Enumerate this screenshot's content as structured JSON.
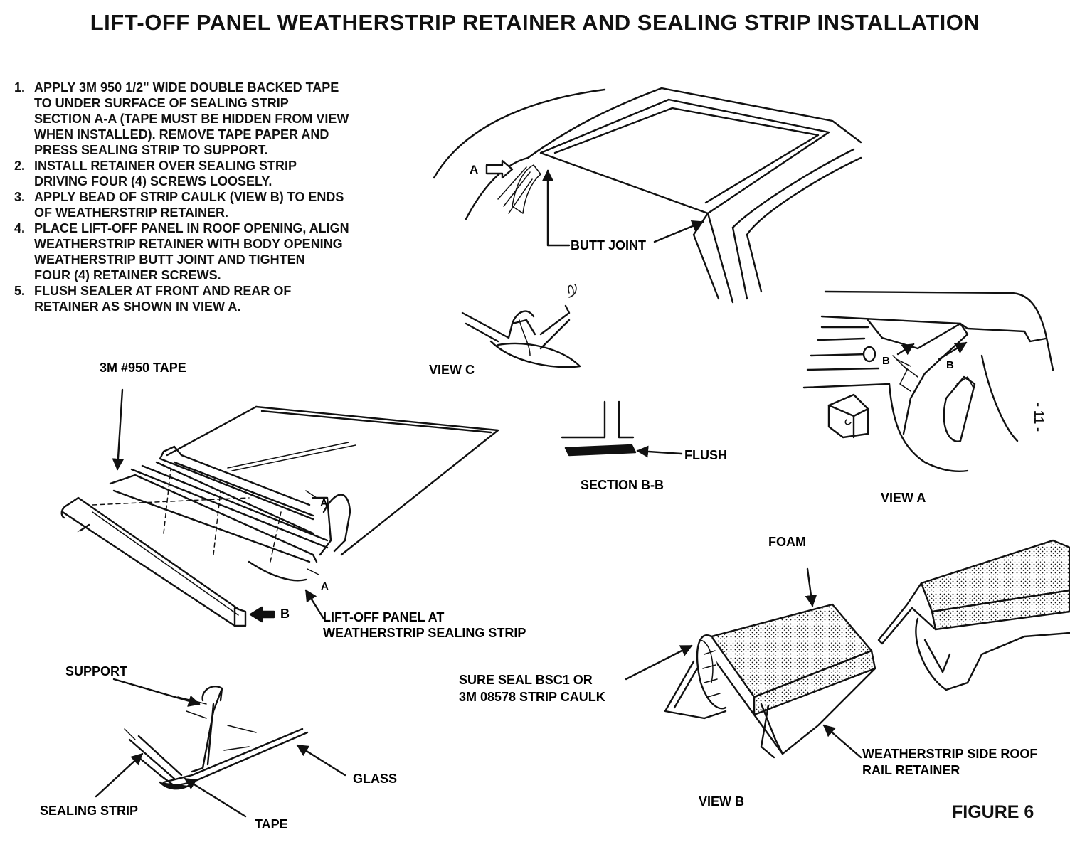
{
  "title": "LIFT-OFF PANEL WEATHERSTRIP RETAINER AND SEALING STRIP INSTALLATION",
  "steps": [
    {
      "num": "1.",
      "lines": [
        "APPLY 3M 950 1/2\" WIDE DOUBLE BACKED TAPE",
        "TO UNDER SURFACE OF SEALING STRIP",
        "SECTION A-A (TAPE MUST BE HIDDEN FROM VIEW",
        "WHEN INSTALLED). REMOVE TAPE PAPER AND",
        "PRESS SEALING STRIP TO SUPPORT."
      ]
    },
    {
      "num": "2.",
      "lines": [
        "INSTALL RETAINER OVER SEALING STRIP",
        "DRIVING FOUR (4) SCREWS LOOSELY."
      ]
    },
    {
      "num": "3.",
      "lines": [
        "APPLY BEAD OF STRIP CAULK (VIEW B) TO ENDS",
        "OF WEATHERSTRIP RETAINER."
      ]
    },
    {
      "num": "4.",
      "lines": [
        "PLACE LIFT-OFF PANEL IN ROOF OPENING, ALIGN",
        "WEATHERSTRIP RETAINER WITH BODY OPENING",
        "WEATHERSTRIP BUTT JOINT AND TIGHTEN",
        "FOUR (4) RETAINER SCREWS."
      ]
    },
    {
      "num": "5.",
      "lines": [
        "FLUSH SEALER AT FRONT AND REAR OF",
        "RETAINER AS SHOWN IN VIEW A."
      ]
    }
  ],
  "labels": {
    "a_roof": "A",
    "butt_joint": "BUTT JOINT",
    "view_c": "VIEW C",
    "tape_3m": "3M #950 TAPE",
    "a_top": "A",
    "a_bottom": "A",
    "b_arrow": "B",
    "lift_off_line1": "LIFT-OFF PANEL AT",
    "lift_off_line2": "WEATHERSTRIP SEALING STRIP",
    "flush": "FLUSH",
    "section_bb": "SECTION B-B",
    "view_a": "VIEW A",
    "view_a_b1": "B",
    "view_a_b2": "B",
    "page_number": "- 11 -",
    "foam": "FOAM",
    "sure_seal_line1": "SURE SEAL BSC1 OR",
    "sure_seal_line2": "3M 08578 STRIP CAULK",
    "ws_retainer_line1": "WEATHERSTRIP SIDE ROOF",
    "ws_retainer_line2": "RAIL RETAINER",
    "support": "SUPPORT",
    "glass": "GLASS",
    "sealing_strip": "SEALING STRIP",
    "tape": "TAPE",
    "view_b": "VIEW B",
    "figure": "FIGURE 6"
  }
}
